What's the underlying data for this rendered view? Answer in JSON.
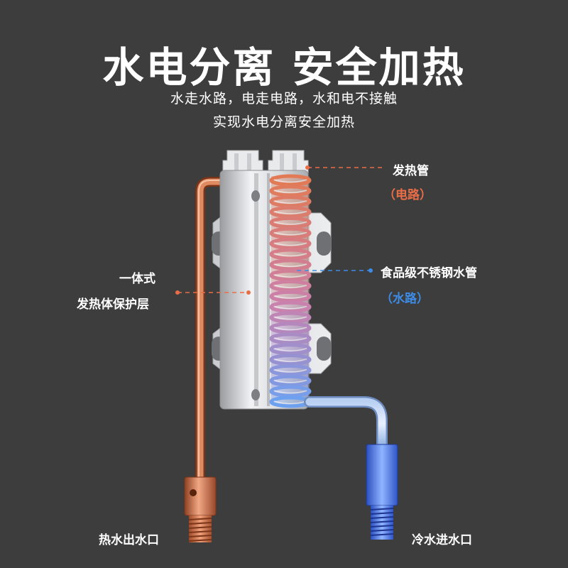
{
  "title": "水电分离 安全加热",
  "subtitle_lines": [
    "水走水路，电走电路，水和电不接触",
    "实现水电分离安全加热"
  ],
  "callouts": {
    "heating_tube": {
      "label": "发热管",
      "note": "（电路）"
    },
    "steel_pipe": {
      "label": "食品级不锈钢水管",
      "note": "（水路）"
    },
    "protective_layer": {
      "line1": "一体式",
      "line2": "发热体保护层"
    },
    "hot_outlet": {
      "label": "热水出水口"
    },
    "cold_inlet": {
      "label": "冷水进水口"
    }
  },
  "colors": {
    "background": "#3d3d3d",
    "electric_accent": "#e96d46",
    "water_accent": "#3d8ce8",
    "copper": "#d4714a",
    "cold_blue": "#4a7ee8"
  },
  "icons": [
    "heater-core-illustration"
  ]
}
